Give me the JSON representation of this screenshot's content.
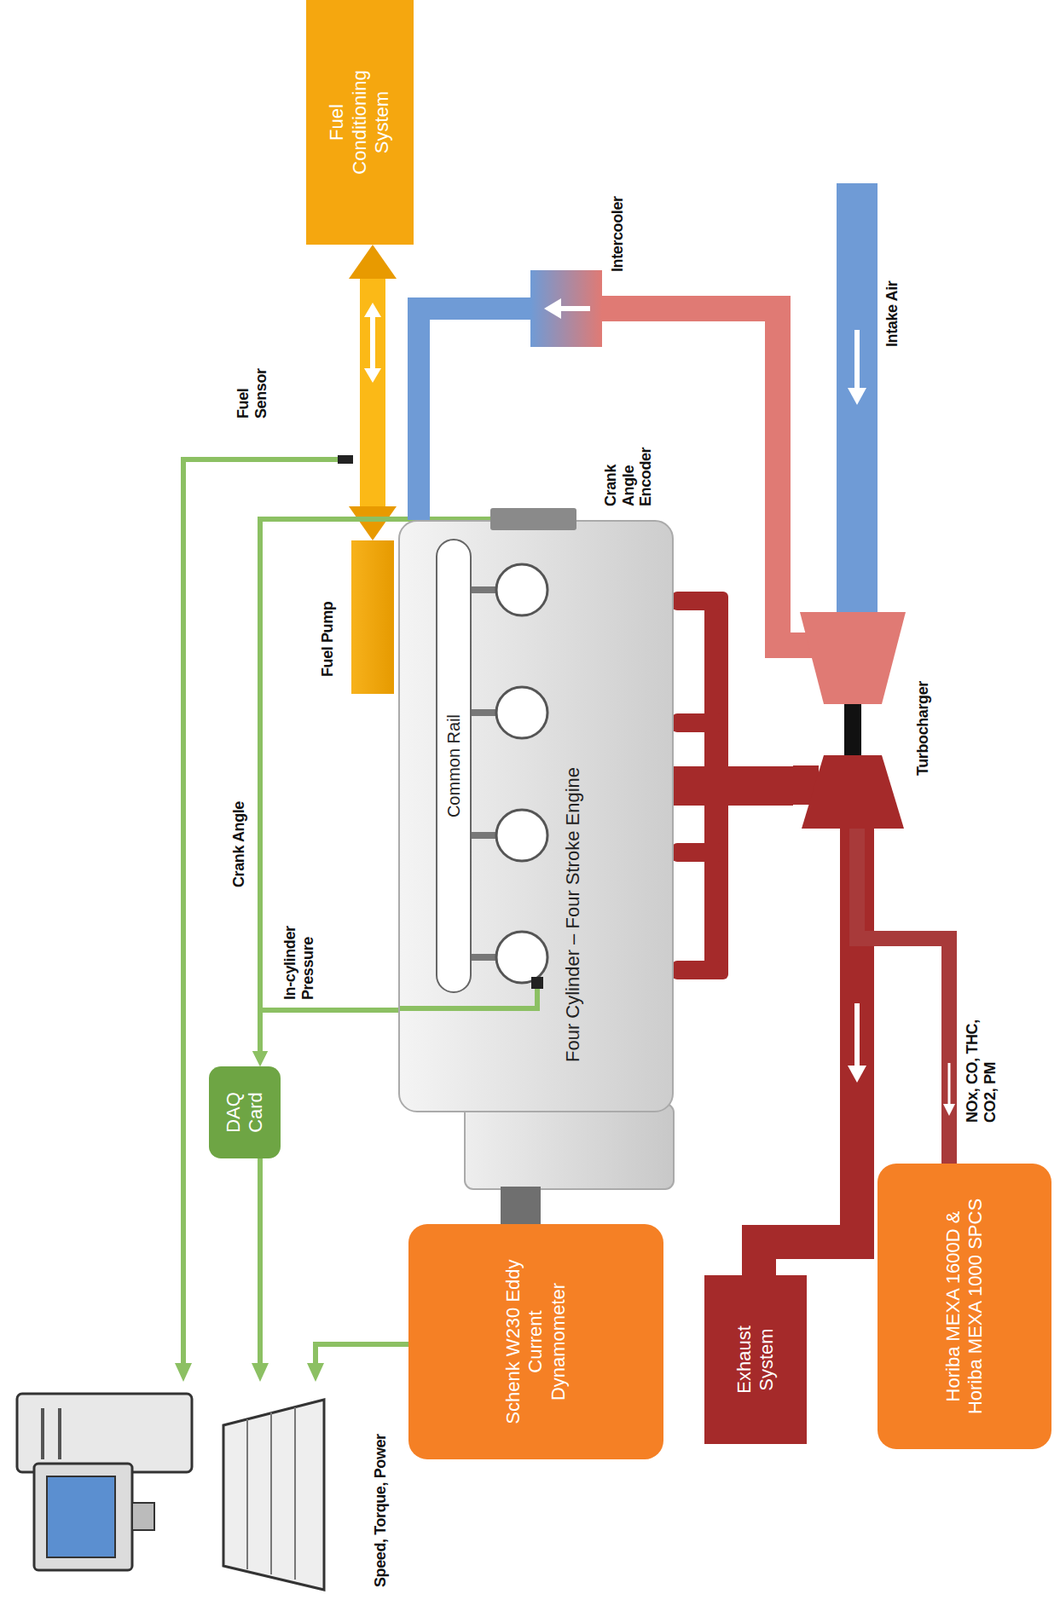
{
  "diagram": {
    "nodes": [
      {
        "text": [
          "Fuel Conditioning System"
        ]
      },
      {
        "text": [
          "Fuel Pump"
        ]
      },
      {
        "text": [
          "Four Cylinder – Four Stroke Engine"
        ]
      },
      {
        "text": [
          "Common Rail"
        ],
        "in": 2
      },
      {
        "text": [
          "Crank Angle Encoder"
        ]
      },
      {
        "text": [
          "Intercooler"
        ]
      },
      {
        "text": [
          "Turbocharger"
        ]
      },
      {
        "text": [
          "DAQ Card"
        ]
      },
      {
        "text": [
          "Schenk W230 Eddy Current Dynamometer"
        ]
      },
      {
        "text": [
          "Exhaust System"
        ]
      },
      {
        "text": [
          "Horiba MEXA 1600D & Horiba MEXA 1000 SPCS"
        ]
      }
    ],
    "edges": [
      {
        "from": 0,
        "to": 1,
        "arrow": "both"
      },
      {
        "from": 4,
        "to": 7,
        "label": "Crank Angle",
        "arrow": "to"
      },
      {
        "from": 2,
        "to": 7,
        "label": "In-cylinder Pressure",
        "arrow": "to"
      },
      {
        "from": 6,
        "to": 5,
        "arrow": "none"
      },
      {
        "from": 5,
        "to": 2,
        "arrow": "none"
      },
      {
        "from": 2,
        "to": 6,
        "arrow": "none"
      },
      {
        "from": 6,
        "to": 9,
        "arrow": "none"
      },
      {
        "from": 6,
        "to": 10,
        "label": "NOx, CO, THC, CO2, PM",
        "arrow": "none"
      }
    ],
    "labels": [
      "Fuel Sensor",
      "Intake Air",
      "Speed, Torque, Power"
    ]
  }
}
